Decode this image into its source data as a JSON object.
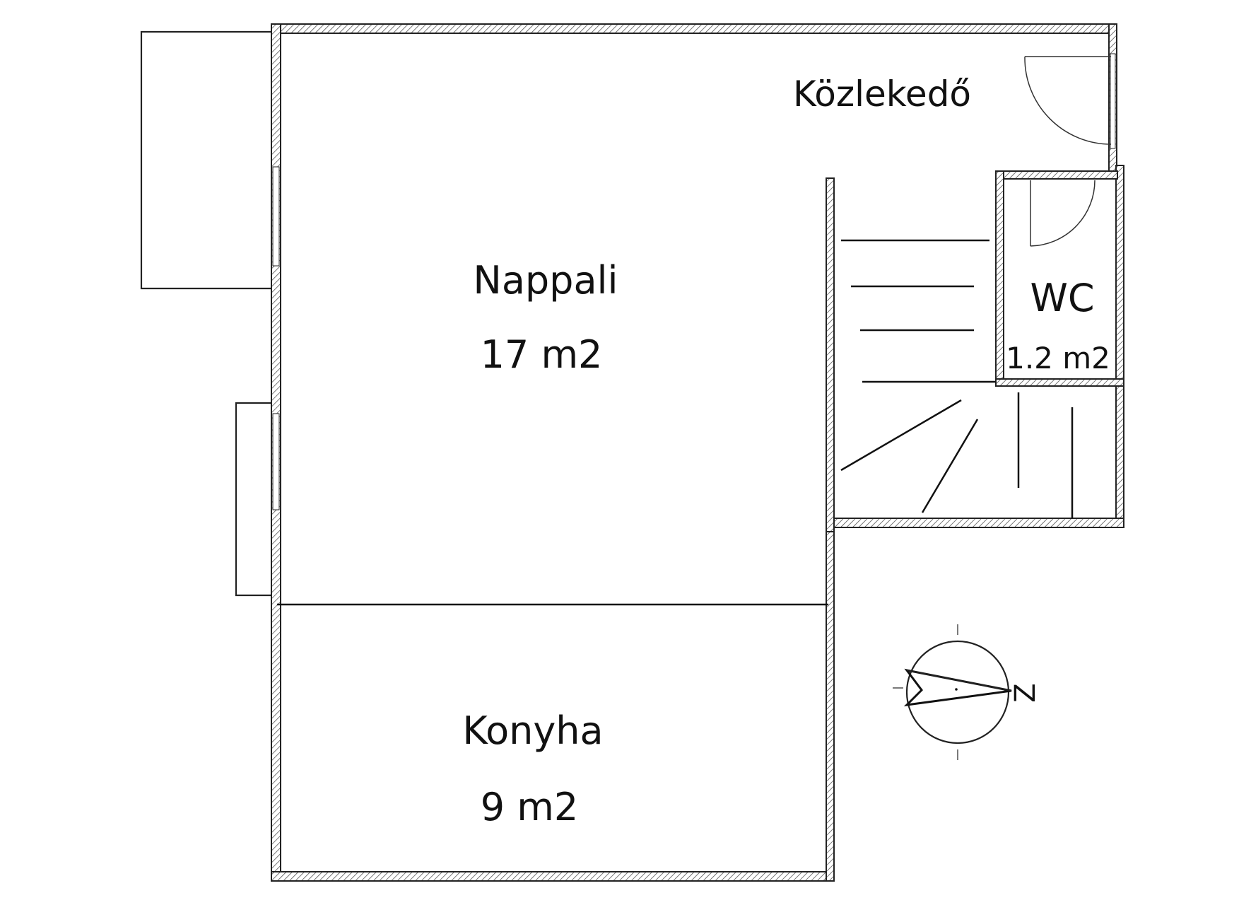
{
  "rooms": {
    "corridor": {
      "name": "Közlekedő"
    },
    "living": {
      "name": "Nappali",
      "area": "17 m2"
    },
    "wc": {
      "name": "WC",
      "area": "1.2 m2"
    },
    "kitchen": {
      "name": "Konyha",
      "area": "9 m2"
    }
  },
  "compass": {
    "direction_letter": "Z"
  },
  "colors": {
    "ink": "#111111",
    "hatch": "#555555",
    "background": "#ffffff"
  }
}
